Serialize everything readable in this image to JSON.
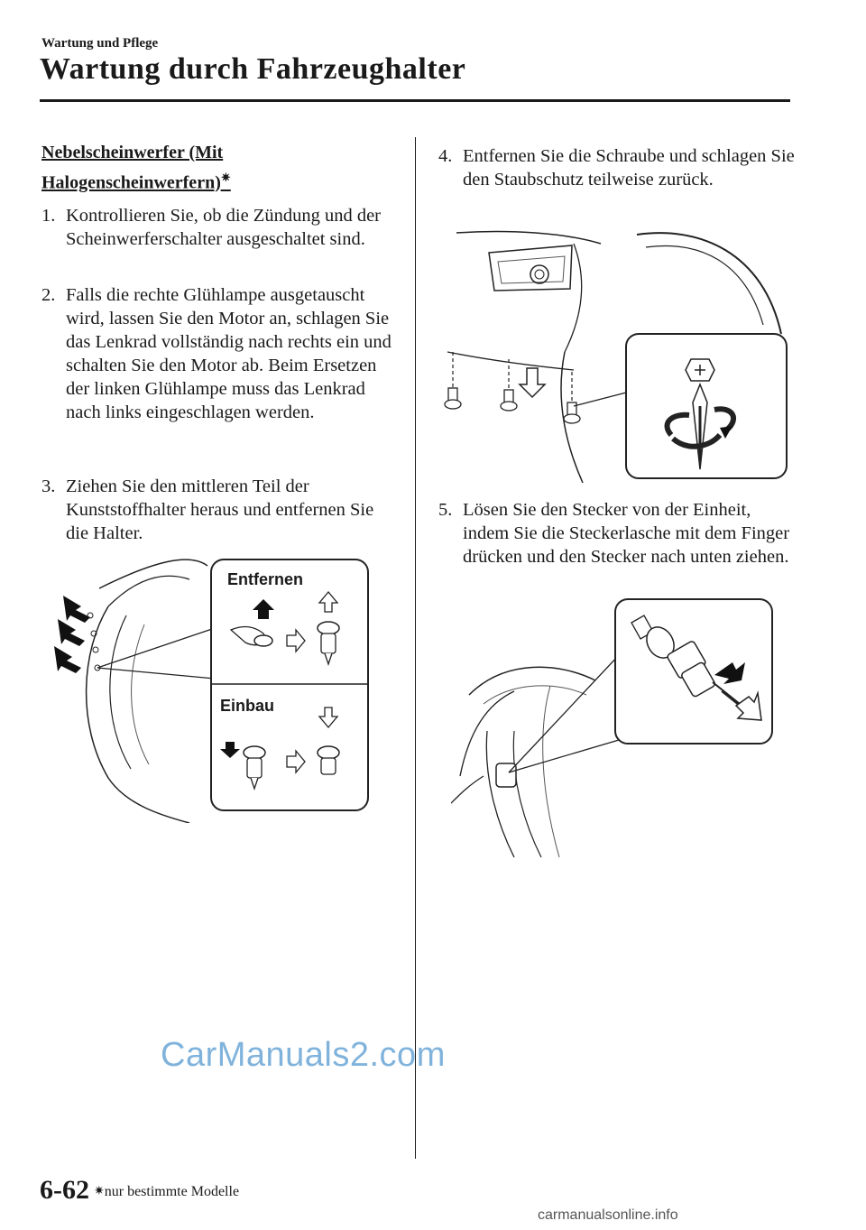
{
  "header": {
    "section": "Wartung und Pflege",
    "chapter": "Wartung durch Fahrzeughalter"
  },
  "left": {
    "heading_line1": "Nebelscheinwerfer (Mit",
    "heading_line2": "Halogenscheinwerfern)",
    "heading_mark": "✷",
    "steps": [
      {
        "num": "1.",
        "text": "Kontrollieren Sie, ob die Zündung und der Scheinwerferschalter ausgeschaltet sind."
      },
      {
        "num": "2.",
        "text": "Falls die rechte Glühlampe ausgetauscht wird, lassen Sie den Motor an, schlagen Sie das Lenkrad vollständig nach rechts ein und schalten Sie den Motor ab. Beim Ersetzen der linken Glühlampe muss das Lenkrad nach links eingeschlagen werden."
      },
      {
        "num": "3.",
        "text": "Ziehen Sie den mittleren Teil der Kunststoffhalter heraus und entfernen Sie die Halter."
      }
    ],
    "figure": {
      "label_remove": "Entfernen",
      "label_install": "Einbau"
    }
  },
  "right": {
    "steps": [
      {
        "num": "4.",
        "text": "Entfernen Sie die Schraube und schlagen Sie den Staubschutz teilweise zurück."
      },
      {
        "num": "5.",
        "text": "Lösen Sie den Stecker von der Einheit, indem Sie die Steckerlasche mit dem Finger drücken und den Stecker nach unten ziehen."
      }
    ]
  },
  "footer": {
    "page_number": "6-62",
    "footnote_mark": "✷",
    "footnote_text": "nur bestimmte Modelle",
    "watermark": "CarManuals2.com",
    "site": "carmanualsonline.info"
  }
}
